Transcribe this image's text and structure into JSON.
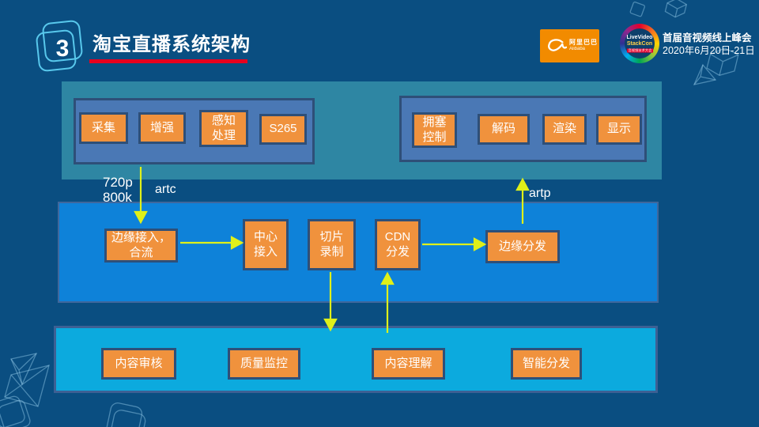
{
  "slide": {
    "page_number": "3",
    "title": "淘宝直播系统架构"
  },
  "header": {
    "alibaba": {
      "name_cn": "阿里巴巴",
      "name_en": "Alibaba"
    },
    "lvs": {
      "line1": "LiveVideo",
      "line2": "StackCon",
      "line3": "音视频技术大会"
    },
    "event": {
      "title": "首届音视频线上峰会",
      "date": "2020年6月20日-21日"
    }
  },
  "diagram": {
    "ingest_boxes": [
      "采集",
      "增强",
      "感知\n处理",
      "S265"
    ],
    "playback_boxes": [
      "拥塞\n控制",
      "解码",
      "渲染",
      "显示"
    ],
    "pipeline_boxes": [
      "边缘接入，\n合流",
      "中心\n接入",
      "切片\n录制",
      "CDN\n分发",
      "边缘分发"
    ],
    "service_boxes": [
      "内容审核",
      "质量监控",
      "内容理解",
      "智能分发"
    ],
    "labels": {
      "bitrate": "720p\n800k",
      "uplink": "artc",
      "downlink": "artp"
    }
  },
  "colors": {
    "background": "#0a4e81",
    "band_top": "#2e86a3",
    "band_mid": "#0e82d9",
    "band_bottom": "#0caade",
    "inner_panel": "#4a78b5",
    "node_fill": "#f0923d",
    "node_border": "#2e4f78",
    "arrow": "#dff019",
    "title_underline": "#e8001e",
    "alibaba_orange": "#f28b00"
  }
}
